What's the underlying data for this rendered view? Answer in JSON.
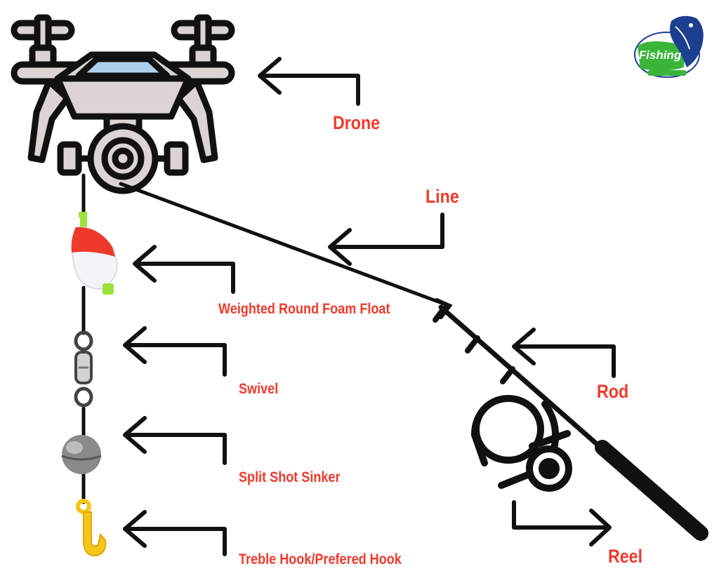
{
  "labels": {
    "drone": "Drone",
    "line": "Line",
    "float": "Weighted Round Foam Float",
    "swivel": "Swivel",
    "sinker": "Split Shot Sinker",
    "hook": "Treble Hook/Prefered Hook",
    "rod": "Rod",
    "reel": "Reel"
  },
  "logo": {
    "text": "Fishing"
  },
  "colors": {
    "label": "#ef3b2d",
    "stroke": "#111111",
    "drone_body": "#dcd3d3",
    "drone_glass": "#aed1f0",
    "float_red": "#ee3a2a",
    "float_accent": "#9be23a",
    "hook": "#f5c518",
    "sinker": "#8a8a8a",
    "logo_green": "#3ab53a",
    "logo_blue": "#1d3f8f"
  },
  "icons": [
    "drone-icon",
    "float-icon",
    "swivel-icon",
    "sinker-icon",
    "hook-icon",
    "rod-icon",
    "reel-icon",
    "fishing-logo-icon"
  ]
}
